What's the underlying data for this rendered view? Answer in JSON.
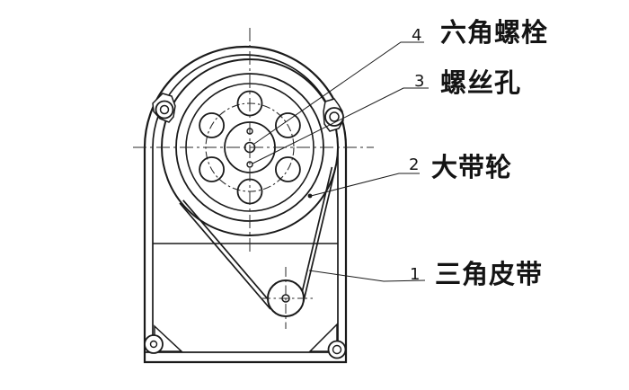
{
  "drawing": {
    "title_implied": "",
    "background_color": "#ffffff",
    "line_color": "#1a1a1a",
    "centerline_color": "#2a2a2a",
    "callouts": [
      {
        "number": "4",
        "label": "六角螺栓"
      },
      {
        "number": "3",
        "label": "螺丝孔"
      },
      {
        "number": "2",
        "label": "大带轮"
      },
      {
        "number": "1",
        "label": "三角皮带"
      }
    ]
  }
}
